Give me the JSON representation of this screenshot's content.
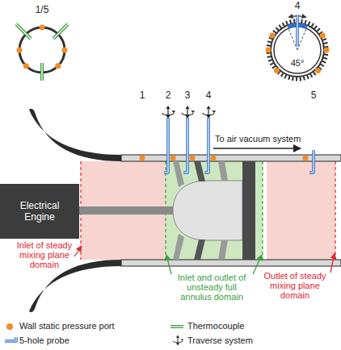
{
  "diagram": {
    "nodes": [
      {
        "text": [
          "Electrical Engine"
        ]
      }
    ],
    "labels": [
      "1/5",
      "4",
      "45°",
      "1",
      "2",
      "3",
      "4",
      "5",
      "To air vacuum system",
      "Inlet of steady mixing plane domain",
      "Inlet and outlet of unsteady full annulus domain",
      "Outlet of steady mixing plane domain"
    ],
    "legend": [
      {
        "text": "Wall static pressure port",
        "color": "#f28c28"
      },
      {
        "text": "5-hole probe"
      },
      {
        "text": "Thermocouple"
      },
      {
        "text": "Traverse system"
      }
    ]
  }
}
